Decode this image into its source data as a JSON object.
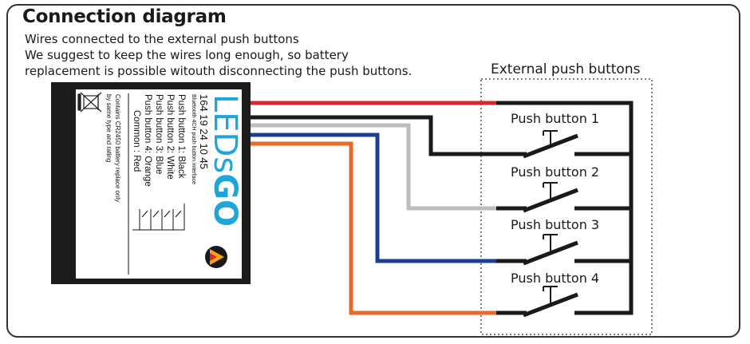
{
  "title": "Connection diagram",
  "description": [
    "Wires connected to the external push buttons",
    "We suggest to keep the wires long enough, so battery",
    "replacement is possible witouth disconnecting the push buttons."
  ],
  "external_label": "External push buttons",
  "module": {
    "brand_leds": "LEDs",
    "brand_go": "GO",
    "product_code": "164 19 24 10 45",
    "subtitle": "Bluetooth 4CH push button interface",
    "wiring_lines": [
      "Push button 1: Black",
      "Push button 2: White",
      "Push button 3: Blue",
      "Push button 4: Orange",
      "Common : Red"
    ],
    "battery_note_line1": "Contains CR2450 battery replace only",
    "battery_note_line2": "by same type and rating"
  },
  "push_buttons": [
    {
      "label": "Push button 1"
    },
    {
      "label": "Push button 2"
    },
    {
      "label": "Push button 3"
    },
    {
      "label": "Push button 4"
    }
  ],
  "wire_colors": {
    "red": "#d9272e",
    "black": "#1a1a1a",
    "white": "#bdbdbd",
    "blue": "#1d3f93",
    "orange": "#e8692a"
  },
  "brand_color": "#1ea6d9",
  "icons": [
    "weee-bin-icon",
    "ledsgo-logo-icon"
  ]
}
